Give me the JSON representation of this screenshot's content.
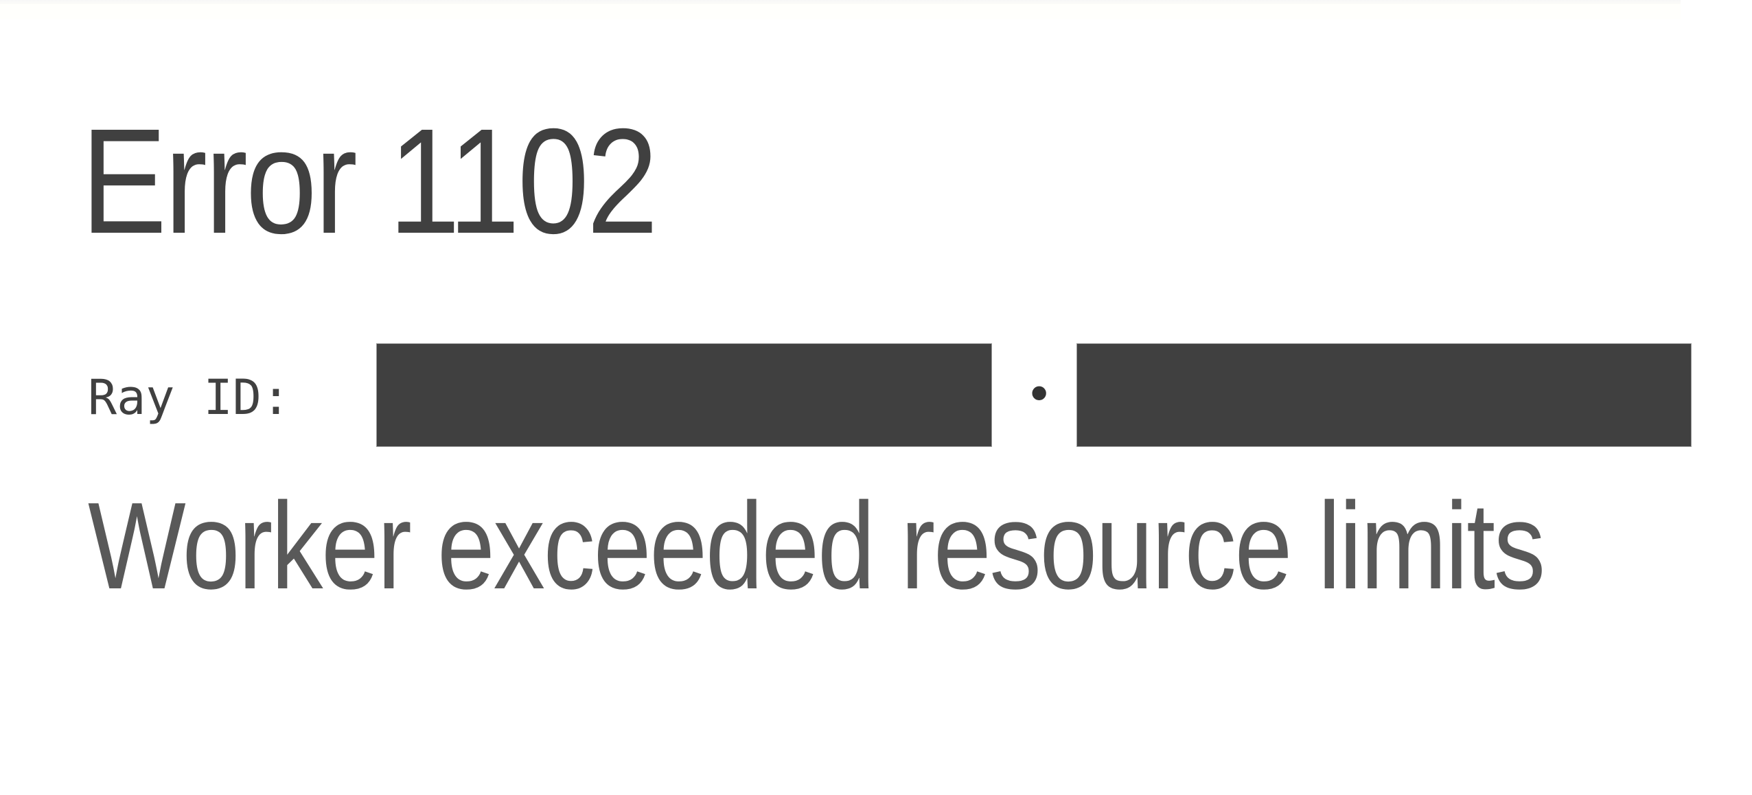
{
  "page": {
    "background": "#ffffff"
  },
  "error": {
    "title": "Error 1102",
    "title_color": "#404040"
  },
  "ray": {
    "label": "Ray ID:",
    "id_part_1": "[redacted]",
    "separator": "•",
    "id_part_2": "[redacted]",
    "redaction_color": "#404040"
  },
  "message": {
    "text": "Worker exceeded resource limits",
    "color": "#595959"
  }
}
